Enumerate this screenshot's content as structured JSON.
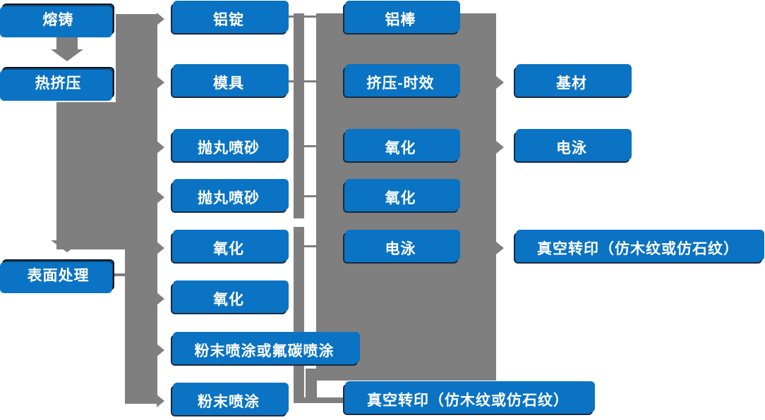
{
  "colors": {
    "node_blue": "#0a73c3",
    "node_dark_blue": "#0e4c7c",
    "node_border": "#1b2a3c",
    "dark_node_border": "#0a111d",
    "connector_gray": "#7f7f7f",
    "text": "#ffffff"
  },
  "columns": [
    {
      "name": "left-process-stages",
      "items": [
        "熔铸",
        "热挤压",
        "表面处理"
      ]
    },
    {
      "name": "stage-two",
      "items": [
        "铝锭",
        "模具",
        "抛丸喷砂",
        "抛丸喷砂",
        "氧化",
        "氧化",
        "粉末喷涂或氟碳喷涂",
        "粉末喷涂"
      ]
    },
    {
      "name": "stage-three",
      "items": [
        "铝棒",
        "挤压-时效",
        "氧化",
        "氧化",
        "电泳",
        "真空转印（仿木纹或仿石纹）"
      ]
    },
    {
      "name": "stage-four",
      "items": [
        "基材",
        "电泳",
        "真空转印（仿木纹或仿石纹）"
      ]
    }
  ],
  "arrows": [
    "熔铸 ↓ 热挤压",
    "↓ 表面处理",
    "→ 铝锭",
    "→ 模具",
    "→ 抛丸喷砂",
    "→ 抛丸喷砂",
    "→ 氧化",
    "表面处理 → 氧化",
    "表面处理 → 粉末喷涂或氟碳喷涂",
    "表面处理 → 粉末喷涂",
    "→ 基材",
    "→ 电泳",
    "→ 真空转印（仿木纹或仿石纹）",
    "电泳 — 真空转印（仿木纹或仿石纹）"
  ]
}
